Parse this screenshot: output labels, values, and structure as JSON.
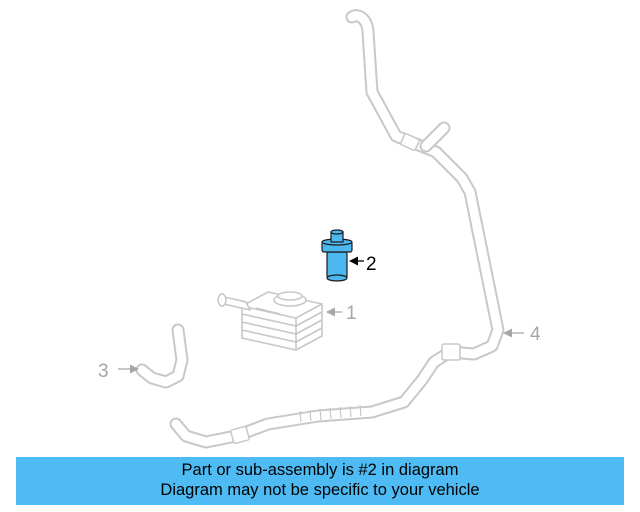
{
  "colors": {
    "part_outline": "#c8c8c8",
    "highlight_fill": "#4db8f0",
    "highlight_stroke": "#1a1a1a",
    "label_muted": "#a6a6a6",
    "label_active": "#000000",
    "banner_bg": "#4fbbf4"
  },
  "diagram": {
    "callouts": [
      {
        "id": "1",
        "label": "1",
        "highlighted": false
      },
      {
        "id": "2",
        "label": "2",
        "highlighted": true
      },
      {
        "id": "3",
        "label": "3",
        "highlighted": false
      },
      {
        "id": "4",
        "label": "4",
        "highlighted": false
      }
    ]
  },
  "banner": {
    "line1": "Part or sub-assembly is #2 in diagram",
    "line2": "Diagram may not be specific to your vehicle"
  }
}
